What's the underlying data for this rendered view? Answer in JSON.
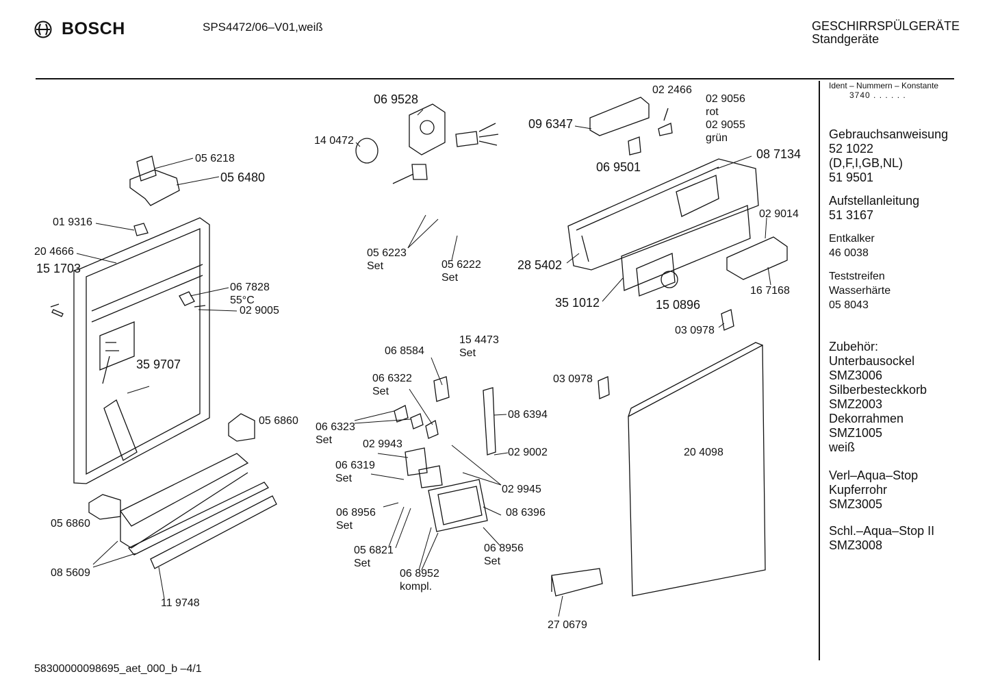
{
  "header": {
    "brand": "BOSCH",
    "model": "SPS4472/06–V01,weiß",
    "category_line1": "GESCHIRRSPÜLGERÄTE",
    "category_line2": "Standgeräte"
  },
  "footer": {
    "doc_code": "58300000098695_aet_000_b –4/1"
  },
  "sidebar": {
    "ident_label": "Ident – Nummern – Konstante",
    "ident_value": "3740 . . . . . .",
    "blocks": [
      {
        "lines": [
          "Gebrauchsanweisung",
          "52 1022",
          "(D,F,I,GB,NL)",
          "51 9501"
        ],
        "size": "large"
      },
      {
        "lines": [
          "Aufstellanleitung",
          "51 3167"
        ],
        "size": "large"
      },
      {
        "lines": [
          "Entkalker",
          "46 0038"
        ],
        "size": "small"
      },
      {
        "lines": [
          "Teststreifen",
          "Wasserhärte",
          "05 8043"
        ],
        "size": "small"
      },
      {
        "lines": [
          "Zubehör:",
          "Unterbausockel",
          "SMZ3006",
          "Silberbesteckkorb",
          "SMZ2003",
          "Dekorrahmen",
          "SMZ1005",
          "weiß"
        ],
        "size": "large"
      },
      {
        "lines": [
          "Verl–Aqua–Stop",
          "Kupferrohr",
          "SMZ3005"
        ],
        "size": "large"
      },
      {
        "lines": [
          "Schl.–Aqua–Stop II",
          "SMZ3008"
        ],
        "size": "large"
      }
    ]
  },
  "parts": {
    "p056218": "05 6218",
    "p056480": "05 6480",
    "p019316": "01 9316",
    "p204666": "20 4666",
    "p151703": "15 1703",
    "p067828": "06 7828",
    "p067828_note": "55°C",
    "p029005": "02 9005",
    "p359707": "35 9707",
    "p056860a": "05 6860",
    "p056860b": "05 6860",
    "p085609": "08 5609",
    "p119748": "11 9748",
    "p069528": "06 9528",
    "p140472": "14 0472",
    "p056223": "05 6223",
    "p056223_set": "Set",
    "p056222": "05 6222",
    "p056222_set": "Set",
    "p068584": "06 8584",
    "p154473": "15 4473",
    "p154473_set": "Set",
    "p066322": "06 6322",
    "p066322_set": "Set",
    "p066323": "06 6323",
    "p066323_set": "Set",
    "p029943": "02 9943",
    "p066319": "06 6319",
    "p066319_set": "Set",
    "p068956a": "06 8956",
    "p068956a_set": "Set",
    "p056821": "05 6821",
    "p056821_set": "Set",
    "p068952": "06 8952",
    "p068952_note": "kompl.",
    "p068956b": "06 8956",
    "p068956b_set": "Set",
    "p086396": "08 6396",
    "p029945": "02 9945",
    "p029002": "02 9002",
    "p086394": "08 6394",
    "p022466": "02 2466",
    "p029056": "02 9056",
    "p029056_note": "rot",
    "p029055": "02 9055",
    "p029055_note": "grün",
    "p096347": "09 6347",
    "p069501": "06 9501",
    "p087134": "08 7134",
    "p029014": "02 9014",
    "p285402": "28 5402",
    "p351012": "35 1012",
    "p150896": "15 0896",
    "p167168": "16 7168",
    "p030978a": "03 0978",
    "p030978b": "03 0978",
    "p204098": "20 4098",
    "p270679": "27 0679"
  }
}
